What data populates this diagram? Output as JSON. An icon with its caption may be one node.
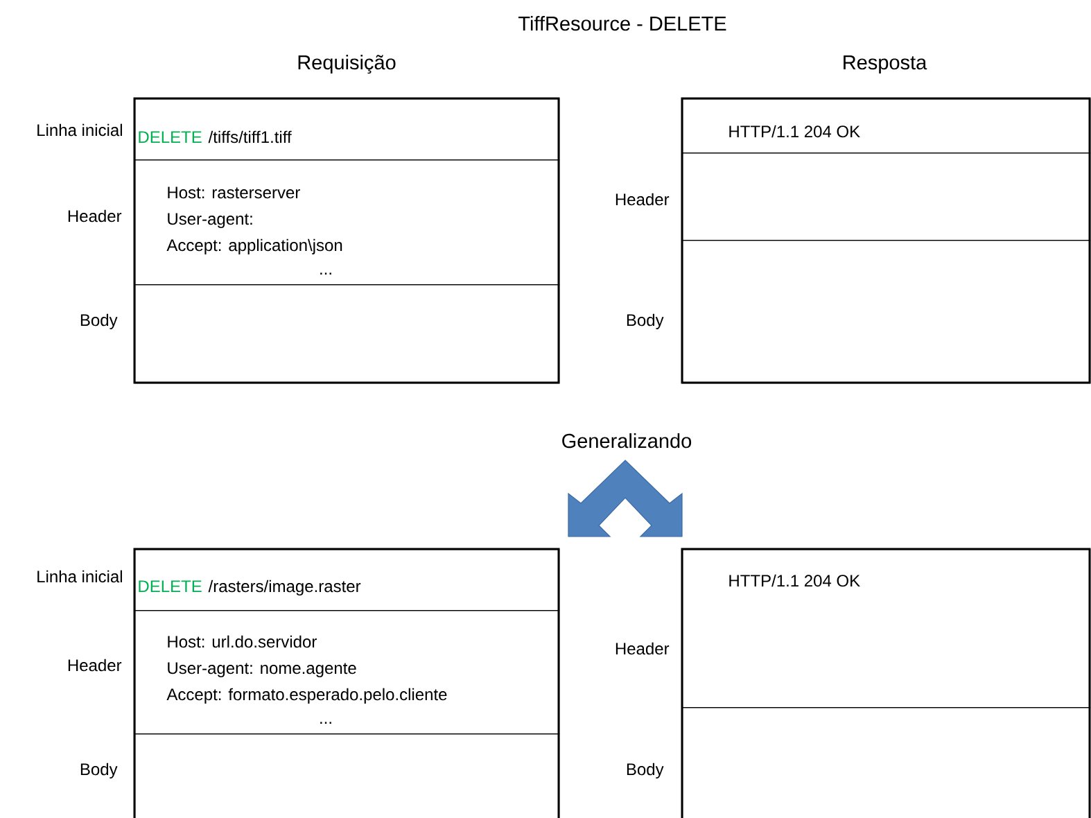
{
  "diagram": {
    "title": "TiffResource - DELETE",
    "nodes": [
      {
        "text": [
          "DELETE",
          "/tiffs/tiff1.tiff"
        ],
        "beside": [
          "Linha inicial"
        ]
      },
      {
        "text": [
          "Host: rasterserver",
          "User-agent:",
          "Accept:  application\\json",
          "..."
        ],
        "beside": [
          "Header"
        ]
      },
      {
        "text": [],
        "shape": "box",
        "beside": [
          "Body"
        ]
      },
      {
        "text": [
          "HTTP/1.1  204 OK"
        ]
      },
      {
        "text": [],
        "shape": "box",
        "beside": [
          "Header"
        ]
      },
      {
        "text": [],
        "shape": "box",
        "beside": [
          "Body"
        ]
      },
      {
        "text": [
          "DELETE",
          "/rasters/image.raster"
        ],
        "beside": [
          "Linha inicial"
        ]
      },
      {
        "text": [
          "Host: url.do.servidor",
          "User-agent: nome.agente",
          "Accept: formato.esperado.pelo.cliente",
          "..."
        ],
        "beside": [
          "Header"
        ]
      },
      {
        "text": [],
        "shape": "box",
        "beside": [
          "Body"
        ]
      },
      {
        "text": [
          "HTTP/1.1  204 OK"
        ],
        "beside": [
          "Header"
        ]
      },
      {
        "text": [],
        "shape": "box",
        "beside": [
          "Body"
        ]
      }
    ],
    "labels": [
      "Requisição",
      "Resposta",
      "Generalizando"
    ]
  }
}
